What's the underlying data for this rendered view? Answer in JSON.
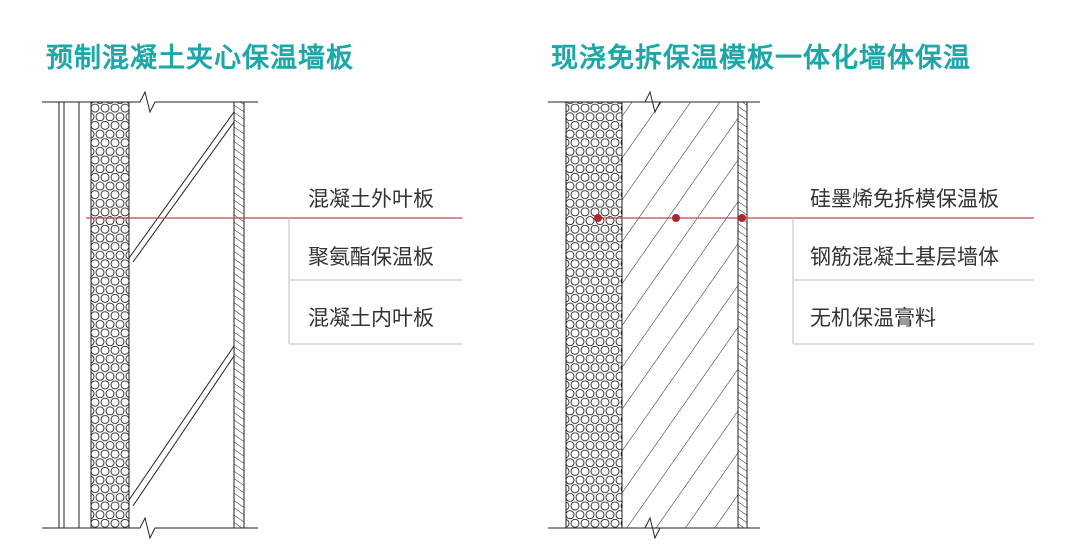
{
  "left_panel": {
    "title": "预制混凝土夹心保温墙板",
    "labels": [
      "混凝土外叶板",
      "聚氨酯保温板",
      "混凝土内叶板"
    ]
  },
  "right_panel": {
    "title": "现浇免拆保温模板一体化墙体保温",
    "labels": [
      "硅墨烯免拆模保温板",
      "钢筋混凝土基层墙体",
      "无机保温膏料"
    ]
  },
  "colors": {
    "title": "#1ea7a8",
    "leader_line": "#c8444c",
    "marker": "#b0262e",
    "stroke": "#222222",
    "label_text": "#333333",
    "label_divider": "#c0c0c0"
  }
}
